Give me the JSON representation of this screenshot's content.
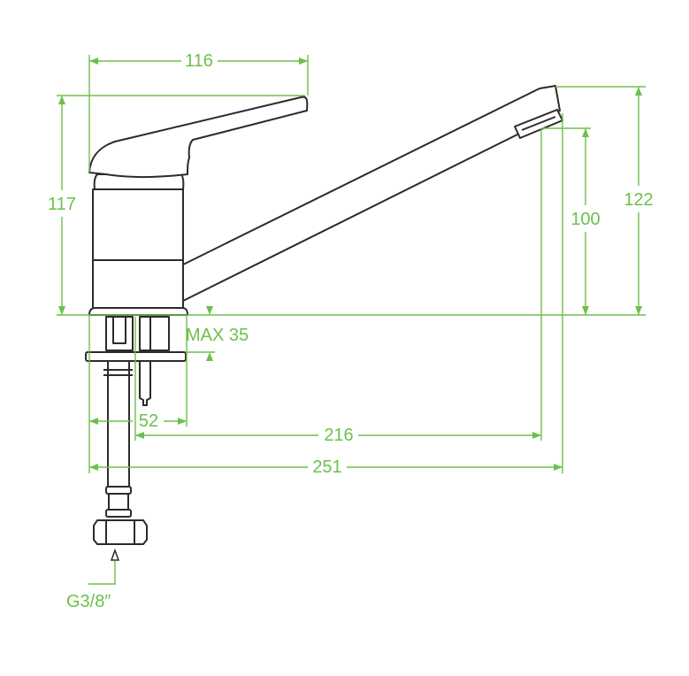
{
  "dimensions": {
    "handle_width": "116",
    "total_height": "117",
    "spout_height": "122",
    "outlet_height": "100",
    "max_counter_thickness": "MAX 35",
    "base_diameter": "52",
    "spout_reach": "216",
    "total_length": "251",
    "connection_thread": "G3/8″"
  },
  "colors": {
    "dimension": "#6cc04a",
    "outline": "#2b2b2b"
  }
}
